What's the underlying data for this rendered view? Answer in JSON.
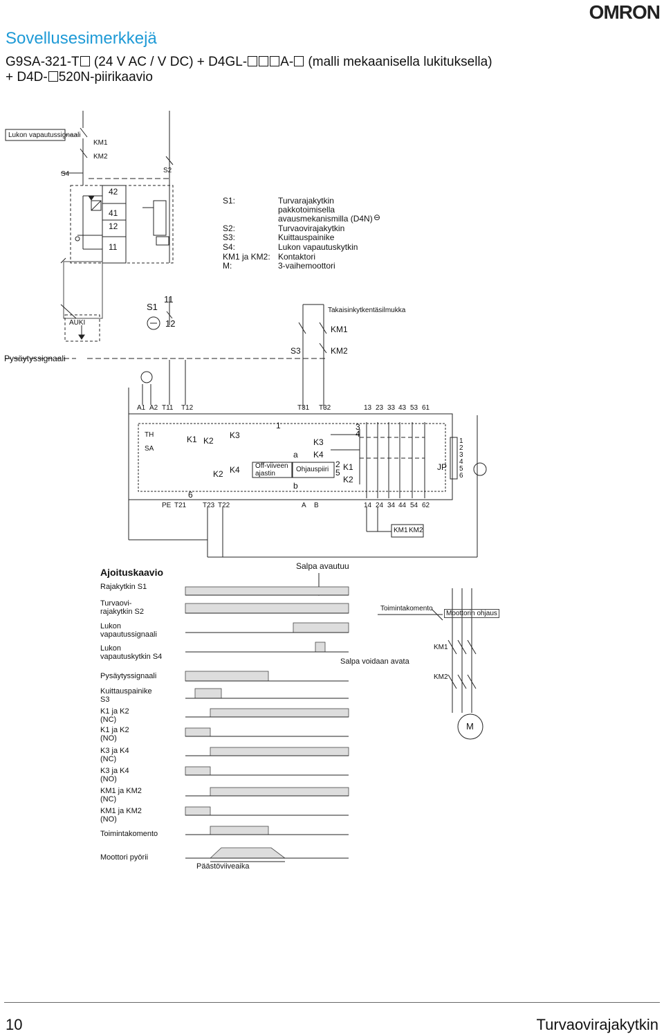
{
  "header": {
    "brand": "OMRON",
    "section_title": "Sovellusesimerkkejä",
    "subtitle_line1_parts": [
      "G9SA-321-T",
      " (24 V AC / V DC) + D4GL-",
      "A-",
      " (malli mekaanisella lukituksella)"
    ],
    "subtitle_line2_parts": [
      "+ D4D-",
      "520N-piirikaavio"
    ]
  },
  "top_diagram": {
    "lock_release_signal": "Lukon vapautussignaali",
    "km1": "KM1",
    "km2": "KM2",
    "s4": "S4",
    "s2": "S2",
    "terminals": [
      "42",
      "41",
      "12",
      "11"
    ],
    "legend": [
      {
        "key": "S1:",
        "value": "Turvarajakytkin"
      },
      {
        "key": "",
        "value": "pakkotoimisella"
      },
      {
        "key": "",
        "value": "avausmekanismilla (D4N)"
      },
      {
        "key": "S2:",
        "value": "Turvaovirajakytkin"
      },
      {
        "key": "S3:",
        "value": "Kuittauspainike"
      },
      {
        "key": "S4:",
        "value": "Lukon vapautuskytkin"
      },
      {
        "key": "KM1 ja KM2:",
        "value": "Kontaktori"
      },
      {
        "key": "M:",
        "value": "3-vaihemoottori"
      }
    ]
  },
  "circuit": {
    "auki": "AUKI",
    "s1": "S1",
    "s1_t11": "11",
    "s1_t12": "12",
    "feedback_loop": "Takaisinkytkentäsilmukka",
    "km1": "KM1",
    "km2": "KM2",
    "s3": "S3",
    "stop_signal": "Pysäytyssignaali",
    "top_terminals_left": [
      "A1",
      "A2",
      "T11",
      "T12"
    ],
    "top_terminals_mid": [
      "T31",
      "T32"
    ],
    "top_terminals_right": [
      "13",
      "23",
      "33",
      "43",
      "53",
      "61"
    ],
    "bottom_terminals_left": [
      "PE",
      "T21",
      "T23",
      "T22"
    ],
    "bottom_terminals_mid": [
      "A",
      "B"
    ],
    "bottom_terminals_right": [
      "14",
      "24",
      "34",
      "44",
      "54",
      "62"
    ],
    "th": "TH",
    "sa": "SA",
    "k1": "K1",
    "k2": "K2",
    "k3": "K3",
    "k4": "K4",
    "off_delay_timer": "Off-viiveen\najastin",
    "control_circuit": "Ohjauspiiri",
    "jp": "JP",
    "jp_numbers": [
      "1",
      "2",
      "3",
      "4",
      "5",
      "6"
    ],
    "km_bottom": [
      "KM1",
      "KM2"
    ],
    "n1": "1",
    "n3": "3",
    "n4": "4",
    "n6": "6",
    "n2": "2",
    "n5": "5",
    "a": "a",
    "b": "b"
  },
  "timing": {
    "title": "Ajoituskaavio",
    "bolt_opens": "Salpa avautuu",
    "rows": [
      "Rajakytkin S1",
      "Turvaovi-\nrajakytkin S2",
      "Lukon\nvapautussignaali",
      "Lukon\nvapautuskytkin S4",
      "Pysäytyssignaali",
      "Kuittauspainike\nS3",
      "K1 ja K2\n(NC)",
      "K1 ja K2\n(NO)",
      "K3 ja K4\n(NC)",
      "K3 ja K4\n(NO)",
      "KM1 ja KM2\n(NC)",
      "KM1 ja KM2\n(NO)",
      "Toimintakomento"
    ],
    "motor_running": "Moottori pyörii",
    "release_delay": "Päästöviiveaika",
    "bolt_can_open": "Salpa voidaan avata",
    "operation_command": "Toimintakomento",
    "motor_control": "Moottorin ohjaus",
    "km1": "KM1",
    "km2": "KM2",
    "m": "M"
  },
  "footer": {
    "page_number": "10",
    "section": "Turvaovirajakytkin"
  }
}
